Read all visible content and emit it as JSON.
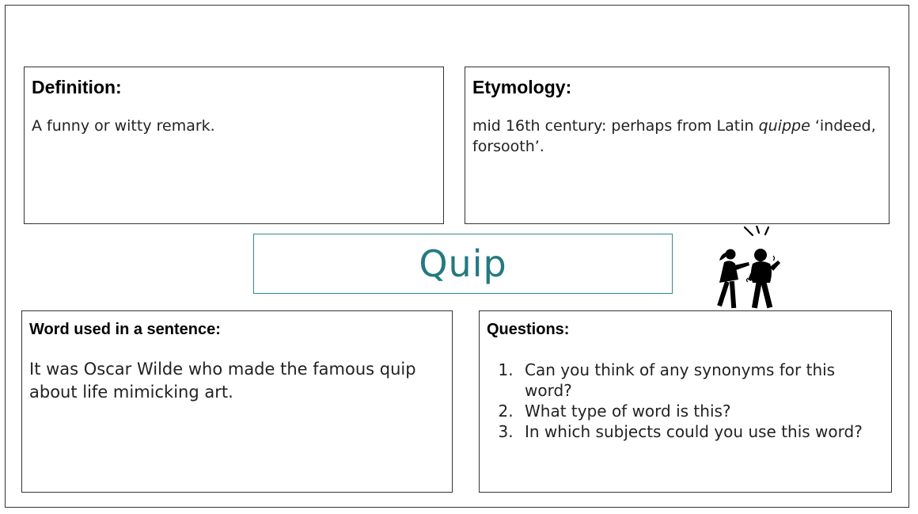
{
  "definition": {
    "heading": "Definition:",
    "text": "A funny or witty remark."
  },
  "etymology": {
    "heading": "Etymology:",
    "text_before": "mid 16th century: perhaps from Latin ",
    "text_italic": "quippe",
    "text_after": " ‘indeed, forsooth’."
  },
  "word": "Quip",
  "sentence": {
    "heading": "Word used in a sentence:",
    "text": "It was Oscar Wilde who made the famous quip about life mimicking art."
  },
  "questions": {
    "heading": "Questions:",
    "items": [
      "Can you think of any synonyms for this word?",
      "What type of word is this?",
      "In which subjects could you use this word?"
    ]
  },
  "colors": {
    "word_teal": "#237a7f",
    "word_border": "#2e8b8b"
  },
  "illustration": "laughing-people-icon"
}
